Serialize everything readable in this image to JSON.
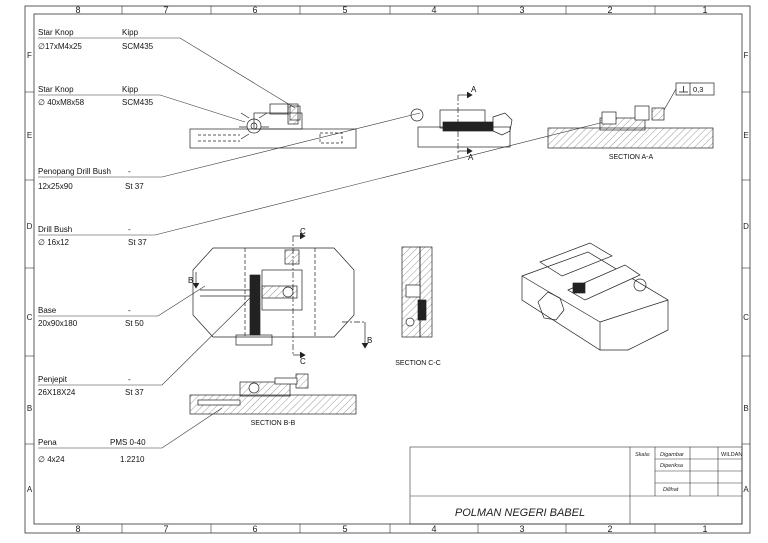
{
  "border": {
    "cols": [
      "8",
      "7",
      "6",
      "5",
      "4",
      "3",
      "2",
      "1"
    ],
    "rows": [
      "F",
      "E",
      "D",
      "C",
      "B",
      "A"
    ]
  },
  "parts": [
    {
      "name": "Star Knop",
      "supplier": "Kipp",
      "dim": "∅17xM4x25",
      "material": "SCM435"
    },
    {
      "name": "Star Knop",
      "supplier": "Kipp",
      "dim": "∅ 40xM8x58",
      "material": "SCM435"
    },
    {
      "name": "Penopang Drill Bush",
      "supplier": "-",
      "dim": "12x25x90",
      "material": "St 37"
    },
    {
      "name": "Drill Bush",
      "supplier": "-",
      "dim": "∅ 16x12",
      "material": "St 37"
    },
    {
      "name": "Base",
      "supplier": "-",
      "dim": "20x90x180",
      "material": "St 50"
    },
    {
      "name": "Penjepit",
      "supplier": "-",
      "dim": "26X18X24",
      "material": "St 37"
    },
    {
      "name": "Pena",
      "supplier": "PMS 0-40",
      "dim": "∅ 4x24",
      "material": "1.2210"
    }
  ],
  "views": {
    "section_a_label": "SECTION A-A",
    "section_b_label": "SECTION B-B",
    "section_c_label": "SECTION C-C",
    "cut_a": "A",
    "cut_b": "B",
    "cut_c": "C",
    "tolerance": "0,3"
  },
  "title_block": {
    "skala": "Skala:",
    "digambar": "Digambar",
    "drawer": "WILDAN",
    "diperiksa": "Diperiksa",
    "dilihat": "Dilihat",
    "institution": "POLMAN NEGERI BABEL"
  }
}
